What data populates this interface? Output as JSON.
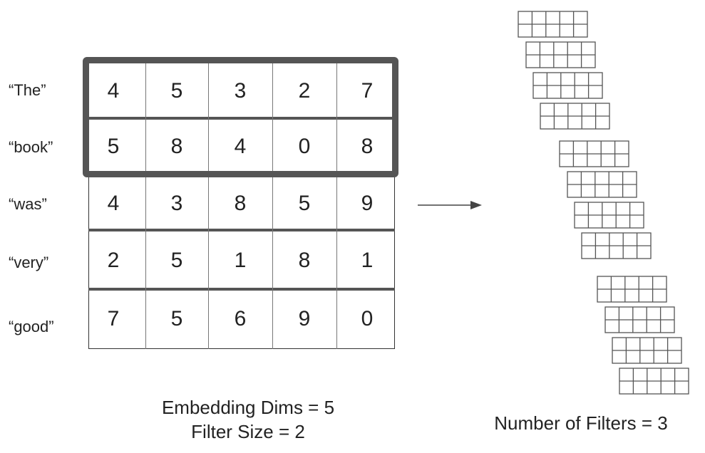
{
  "words": [
    "“The”",
    "“book”",
    "“was”",
    "“very”",
    "“good”"
  ],
  "matrix": [
    [
      "4",
      "5",
      "3",
      "2",
      "7"
    ],
    [
      "5",
      "8",
      "4",
      "0",
      "8"
    ],
    [
      "4",
      "3",
      "8",
      "5",
      "9"
    ],
    [
      "2",
      "5",
      "1",
      "8",
      "1"
    ],
    [
      "7",
      "5",
      "6",
      "9",
      "0"
    ]
  ],
  "captions": {
    "embedding_dims": "Embedding Dims = 5",
    "filter_size": "Filter Size = 2",
    "num_filters": "Number of Filters = 3"
  },
  "colors": {
    "grid": "#333333",
    "highlight": "#555555",
    "filter": "#555555"
  }
}
